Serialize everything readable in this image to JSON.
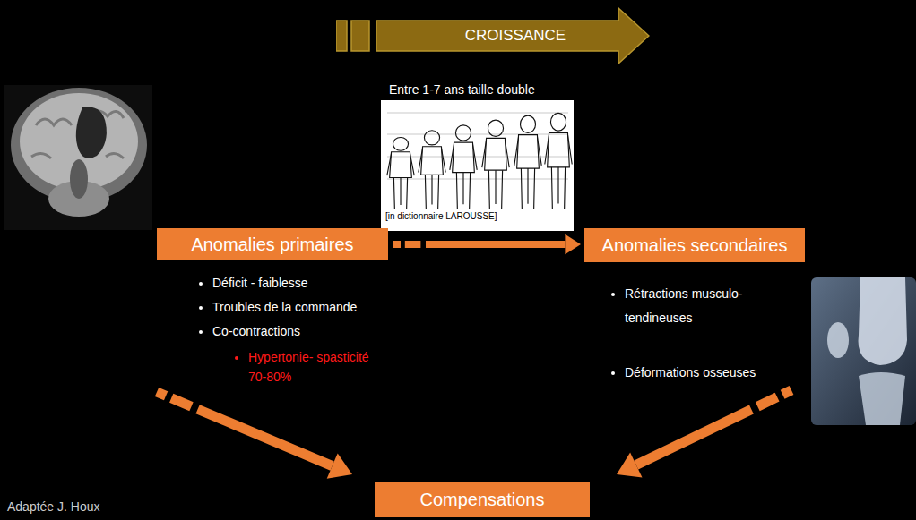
{
  "diagram": {
    "nodes": [
      {
        "text": [
          "CROISSANCE"
        ]
      },
      {
        "text": [
          "Anomalies primaires",
          "Déficit - faiblesse",
          "Troubles de la commande",
          "Co-contractions",
          "Hypertonie- spasticité 70-80%"
        ]
      },
      {
        "text": [
          "Anomalies secondaires",
          "Rétractions musculo-tendineuses",
          "Déformations osseuses"
        ]
      },
      {
        "text": [
          "Compensations"
        ]
      }
    ],
    "edges": [
      {
        "from": 1,
        "to": 2,
        "arrow": "to"
      },
      {
        "from": 1,
        "to": 3,
        "arrow": "to"
      },
      {
        "from": 2,
        "to": 3,
        "arrow": "to"
      }
    ],
    "labels": [
      "Entre 1-7 ans taille double",
      "[in dictionnaire LAROUSSE]",
      "Adaptée J. Houx"
    ]
  }
}
